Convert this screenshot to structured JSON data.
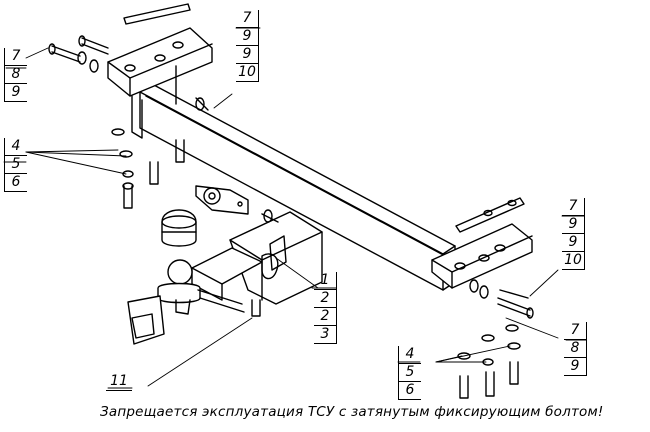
{
  "callouts": {
    "group_top_left": [
      "7",
      "8",
      "9"
    ],
    "group_top_middle": [
      "7",
      "9",
      "9",
      "10"
    ],
    "group_left_washers": [
      "4",
      "5",
      "6"
    ],
    "group_right_upper": [
      "7",
      "9",
      "9",
      "10"
    ],
    "group_center": [
      "1",
      "2",
      "2",
      "3"
    ],
    "group_right_lower": [
      "7",
      "8",
      "9"
    ],
    "group_bottom_washers": [
      "4",
      "5",
      "6"
    ],
    "part_11": "11"
  },
  "warning": "Запрещается эксплуатация ТСУ с затянутым фиксирующим болтом!"
}
